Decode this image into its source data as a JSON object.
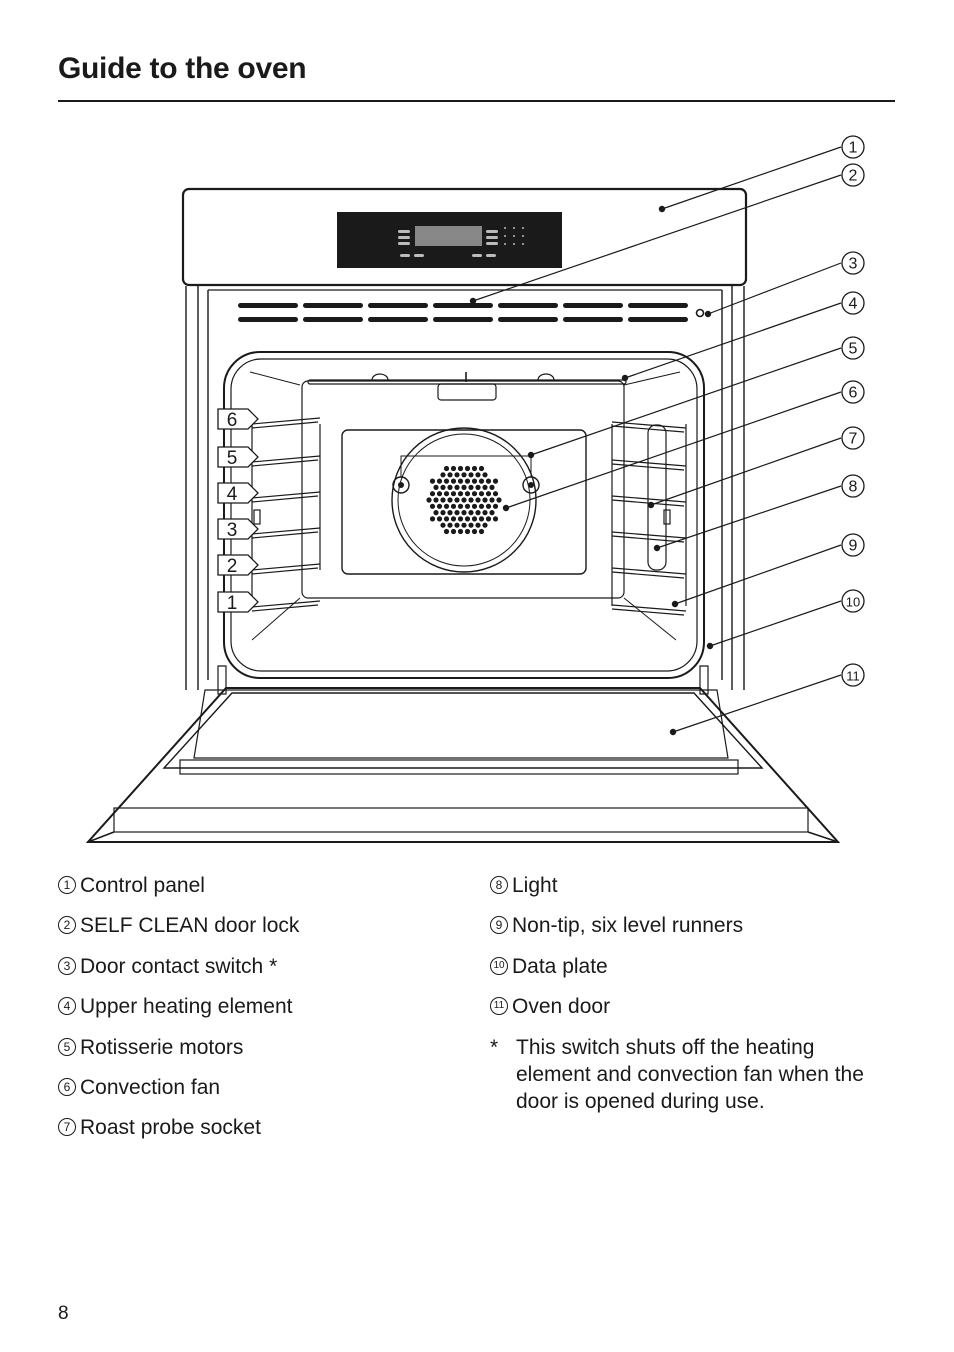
{
  "header": {
    "title": "Guide to the oven"
  },
  "figure": {
    "callouts": [
      "1",
      "2",
      "3",
      "4",
      "5",
      "6",
      "7",
      "8",
      "9",
      "10",
      "11"
    ],
    "shelf_levels": [
      "6",
      "5",
      "4",
      "3",
      "2",
      "1"
    ]
  },
  "legend": {
    "left": [
      {
        "num": "1",
        "label": "Control panel"
      },
      {
        "num": "2",
        "label": "SELF CLEAN door lock"
      },
      {
        "num": "3",
        "label": "Door contact switch *"
      },
      {
        "num": "4",
        "label": "Upper heating element"
      },
      {
        "num": "5",
        "label": "Rotisserie motors"
      },
      {
        "num": "6",
        "label": "Convection fan"
      },
      {
        "num": "7",
        "label": "Roast probe socket"
      }
    ],
    "right": [
      {
        "num": "8",
        "label": "Light"
      },
      {
        "num": "9",
        "label": "Non-tip, six level runners"
      },
      {
        "num": "10",
        "label": "Data plate"
      },
      {
        "num": "11",
        "label": "Oven door"
      }
    ],
    "note_marker": "*",
    "note_text": "This switch shuts off the heating element and convection fan when the door is opened during use."
  },
  "footer": {
    "page_number": "8"
  }
}
